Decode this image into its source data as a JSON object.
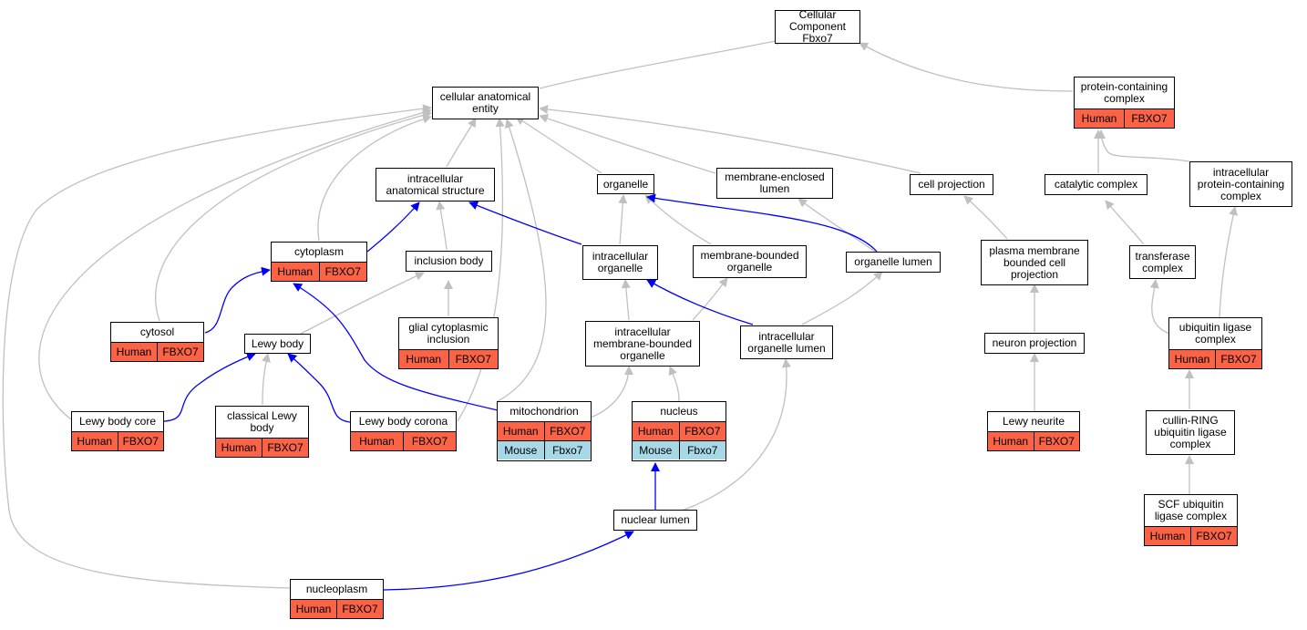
{
  "colors": {
    "human": "#fb6346",
    "mouse": "#a8d8e6",
    "edge_gray": "#c0c0c0",
    "edge_blue": "#0000ff"
  },
  "nodes": {
    "cellular_component": {
      "title": "Cellular Component\nFbxo7"
    },
    "cellular_anatomical_entity": {
      "title": "cellular anatomical\nentity"
    },
    "protein_containing_complex": {
      "title": "protein-containing\ncomplex",
      "human": {
        "species": "Human",
        "gene": "FBXO7"
      }
    },
    "intracellular_anatomical_structure": {
      "title": "intracellular\nanatomical structure"
    },
    "organelle": {
      "title": "organelle"
    },
    "membrane_enclosed_lumen": {
      "title": "membrane-enclosed\nlumen"
    },
    "cell_projection": {
      "title": "cell projection"
    },
    "catalytic_complex": {
      "title": "catalytic complex"
    },
    "intracellular_protein_containing_complex": {
      "title": "intracellular\nprotein-containing\ncomplex"
    },
    "cytoplasm": {
      "title": "cytoplasm",
      "human": {
        "species": "Human",
        "gene": "FBXO7"
      }
    },
    "inclusion_body": {
      "title": "inclusion body"
    },
    "intracellular_organelle": {
      "title": "intracellular\norganelle"
    },
    "membrane_bounded_organelle": {
      "title": "membrane-bounded\norganelle"
    },
    "organelle_lumen": {
      "title": "organelle lumen"
    },
    "plasma_membrane_bounded_cell_projection": {
      "title": "plasma membrane\nbounded cell\nprojection"
    },
    "transferase_complex": {
      "title": "transferase\ncomplex"
    },
    "cytosol": {
      "title": "cytosol",
      "human": {
        "species": "Human",
        "gene": "FBXO7"
      }
    },
    "lewy_body": {
      "title": "Lewy body"
    },
    "glial_cytoplasmic_inclusion": {
      "title": "glial cytoplasmic\ninclusion",
      "human": {
        "species": "Human",
        "gene": "FBXO7"
      }
    },
    "intracellular_membrane_bounded_organelle": {
      "title": "intracellular\nmembrane-bounded\norganelle"
    },
    "intracellular_organelle_lumen": {
      "title": "intracellular\norganelle lumen"
    },
    "neuron_projection": {
      "title": "neuron projection"
    },
    "ubiquitin_ligase_complex": {
      "title": "ubiquitin ligase\ncomplex",
      "human": {
        "species": "Human",
        "gene": "FBXO7"
      }
    },
    "lewy_body_core": {
      "title": "Lewy body core",
      "human": {
        "species": "Human",
        "gene": "FBXO7"
      }
    },
    "classical_lewy_body": {
      "title": "classical Lewy\nbody",
      "human": {
        "species": "Human",
        "gene": "FBXO7"
      }
    },
    "lewy_body_corona": {
      "title": "Lewy body corona",
      "human": {
        "species": "Human",
        "gene": "FBXO7"
      }
    },
    "mitochondrion": {
      "title": "mitochondrion",
      "human": {
        "species": "Human",
        "gene": "FBXO7"
      },
      "mouse": {
        "species": "Mouse",
        "gene": "Fbxo7"
      }
    },
    "nucleus": {
      "title": "nucleus",
      "human": {
        "species": "Human",
        "gene": "FBXO7"
      },
      "mouse": {
        "species": "Mouse",
        "gene": "Fbxo7"
      }
    },
    "lewy_neurite": {
      "title": "Lewy neurite",
      "human": {
        "species": "Human",
        "gene": "FBXO7"
      }
    },
    "cullin_ring_ubiquitin_ligase_complex": {
      "title": "cullin-RING\nubiquitin ligase\ncomplex"
    },
    "scf_ubiquitin_ligase_complex": {
      "title": "SCF ubiquitin\nligase complex",
      "human": {
        "species": "Human",
        "gene": "FBXO7"
      }
    },
    "nuclear_lumen": {
      "title": "nuclear lumen"
    },
    "nucleoplasm": {
      "title": "nucleoplasm",
      "human": {
        "species": "Human",
        "gene": "FBXO7"
      }
    }
  }
}
